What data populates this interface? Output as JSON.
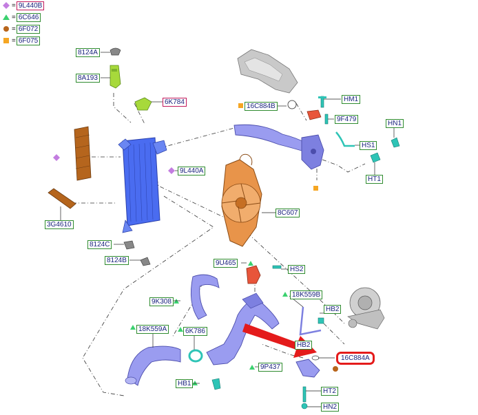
{
  "legend": [
    {
      "code": "9L440B",
      "marker": "diamond",
      "color": "#c37de0"
    },
    {
      "code": "6C646",
      "marker": "triangle",
      "color": "#3bd16f"
    },
    {
      "code": "6F072",
      "marker": "circle",
      "color": "#b8651b"
    },
    {
      "code": "6F075",
      "marker": "square",
      "color": "#f5a623"
    }
  ],
  "part_labels": {
    "p8124A": "8124A",
    "p8A193": "8A193",
    "p6K784": "6K784",
    "p16C884B": "16C884B",
    "pHM1": "HM1",
    "p9F479": "9F479",
    "pHN1": "HN1",
    "pHS1": "HS1",
    "pHT1": "HT1",
    "p9L440A": "9L440A",
    "p8C607": "8C607",
    "p3G4610": "3G4610",
    "p8124C": "8124C",
    "p8124B": "8124B",
    "p9U465": "9U465",
    "pHS2": "HS2",
    "p9K308": "9K308",
    "p18K559B": "18K559B",
    "pHB2a": "HB2",
    "pHB2b": "HB2",
    "p18K559A": "18K559A",
    "p6K786": "6K786",
    "p9P437": "9P437",
    "p16C884A": "16C884A",
    "pHB1": "HB1",
    "pHT2": "HT2",
    "pHN2": "HN2"
  },
  "colors": {
    "label_border": "#2e8b2e",
    "label_border_red": "#c2185b",
    "label_text": "#1a237e",
    "highlight": "#e41b1b",
    "intercooler": "#4a6cf0",
    "duct": "#9a9cf0",
    "fan_shroud": "#e8944a",
    "brown_part": "#b5651d",
    "sensor": "#7ccf3a",
    "connector": "#2ec4b6",
    "arrow": "#e41b1b"
  }
}
